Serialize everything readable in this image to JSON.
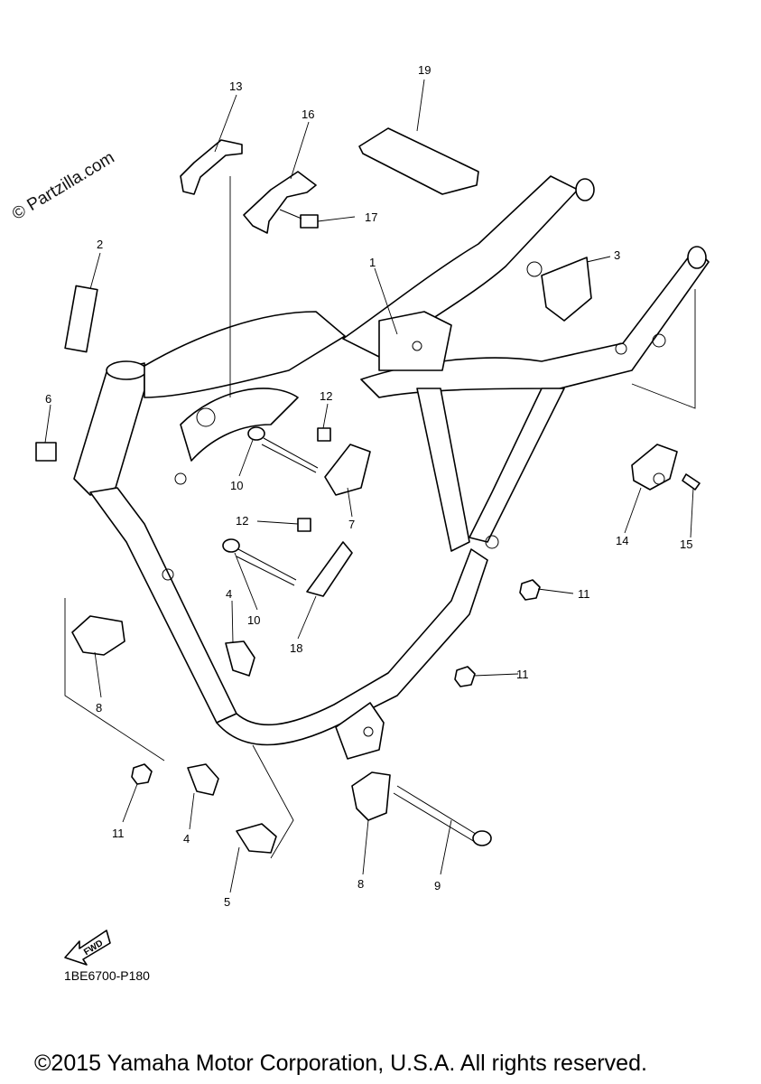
{
  "watermark": "© Partzilla.com",
  "diagram_code": "1BE6700-P180",
  "fwd_label": "FWD",
  "copyright": "©2015 Yamaha Motor Corporation, U.S.A. All rights reserved.",
  "callouts": [
    "1",
    "2",
    "3",
    "4",
    "4",
    "5",
    "6",
    "7",
    "8",
    "8",
    "9",
    "10",
    "10",
    "11",
    "11",
    "11",
    "12",
    "12",
    "13",
    "14",
    "15",
    "16",
    "17",
    "18",
    "19"
  ]
}
